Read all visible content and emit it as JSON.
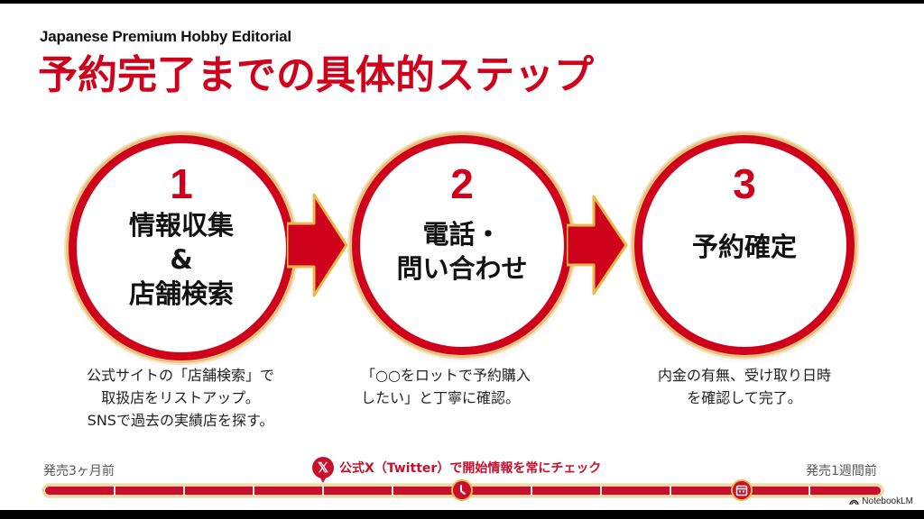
{
  "header": {
    "subtitle": "Japanese Premium Hobby Editorial",
    "title": "予約完了までの具体的ステップ"
  },
  "steps": [
    {
      "number": "1",
      "label": "情報収集\n&\n店舗検索",
      "description": "公式サイトの「店舗検索」で\n取扱店をリストアップ。\nSNSで過去の実績店を探す。"
    },
    {
      "number": "2",
      "label": "電話・\n問い合わせ",
      "description": "「○○をロットで予約購入\nしたい」と丁寧に確認。"
    },
    {
      "number": "3",
      "label": "予約確定",
      "description": "内金の有無、受け取り日時\nを確認して完了。"
    }
  ],
  "timeline": {
    "start_label": "発売3ヶ月前",
    "end_label": "発売1週間前",
    "callout": "公式X（Twitter）で開始情報を常にチェック",
    "callout_icon": "x-logo-icon",
    "nodes": [
      {
        "icon": "clock-icon"
      },
      {
        "icon": "calendar-icon"
      }
    ]
  },
  "colors": {
    "accent_red": "#d0021b",
    "gold_border": "#e8c27a",
    "text_dark": "#111111"
  },
  "branding": {
    "label": "NotebookLM"
  }
}
